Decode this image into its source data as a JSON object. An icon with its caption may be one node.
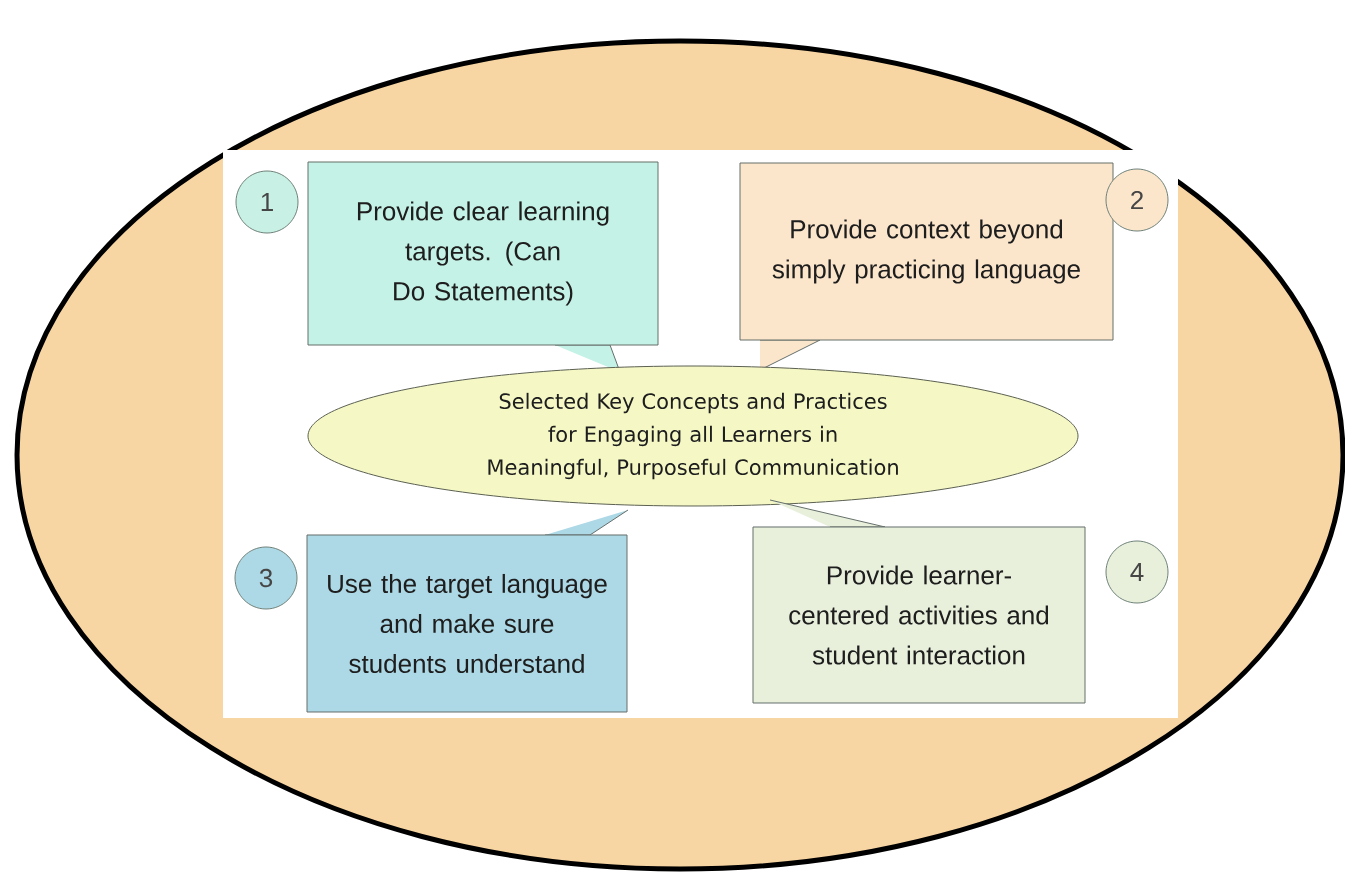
{
  "diagram": {
    "nodes": [
      {
        "text": [
          "1"
        ]
      },
      {
        "text": [
          "Provide clear learning targets. (Can Do Statements)"
        ]
      },
      {
        "text": [
          "Provide context beyond simply practicing language"
        ]
      },
      {
        "text": [
          "2"
        ]
      },
      {
        "text": [
          "Selected Key Concepts and Practices for Engaging all Learners in Meaningful, Purposeful Communication"
        ]
      },
      {
        "text": [
          "3"
        ]
      },
      {
        "text": [
          "Use the target language and make sure students understand"
        ]
      },
      {
        "text": [
          "Provide learner-centered activities and student interaction"
        ]
      },
      {
        "text": [
          "4"
        ]
      }
    ]
  }
}
